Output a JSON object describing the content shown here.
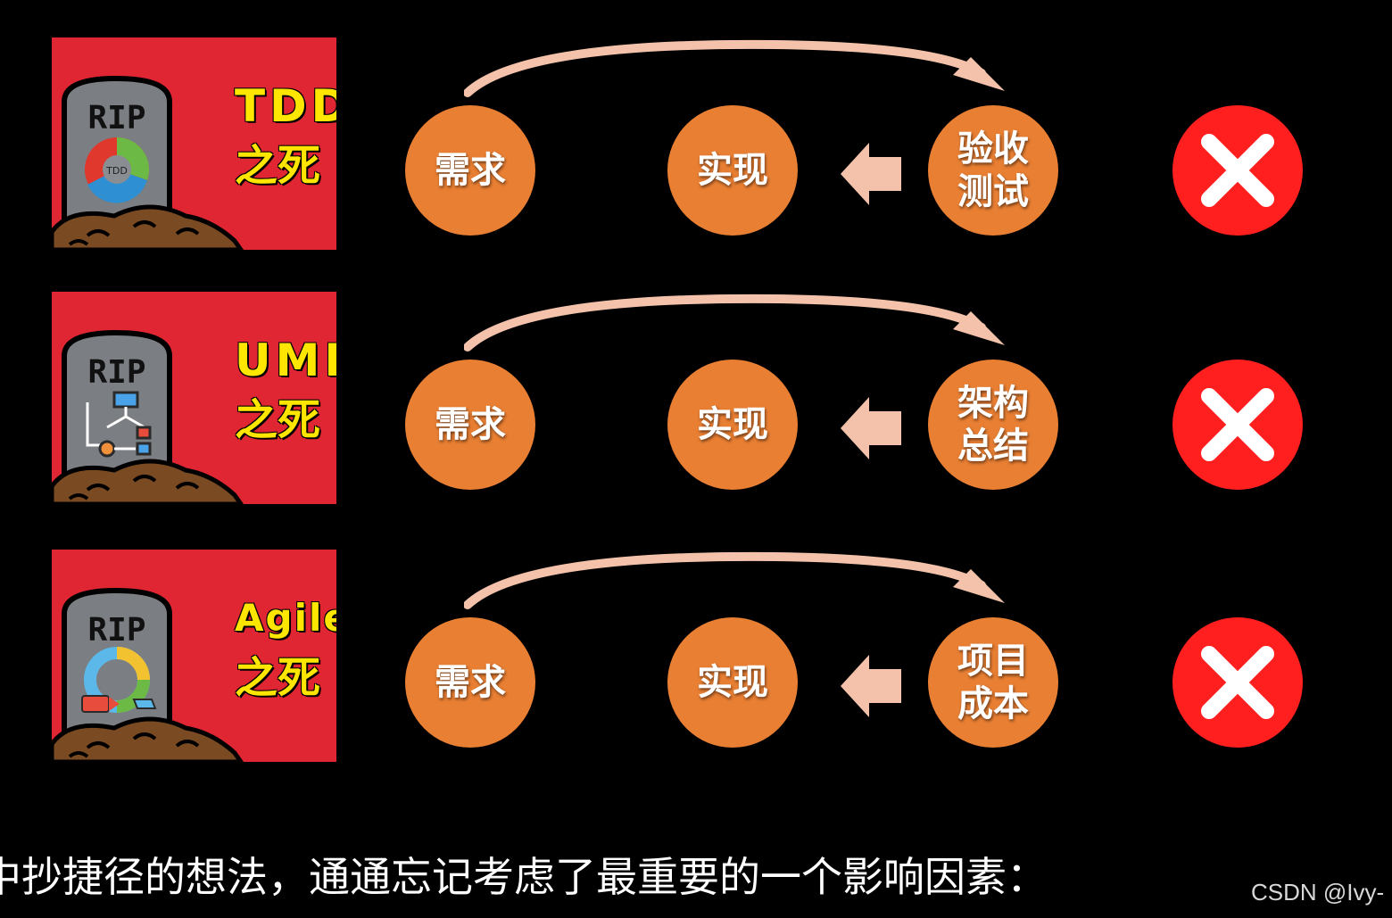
{
  "rows": [
    {
      "tool": "TDD",
      "death": "之死",
      "rip": "RIP",
      "icon": "tdd-cycle-icon",
      "icon_label": "TDD",
      "requirement": "需求",
      "implementation": "实现",
      "check": "验收\n测试"
    },
    {
      "tool": "UML",
      "death": "之死",
      "rip": "RIP",
      "icon": "uml-flowchart-icon",
      "requirement": "需求",
      "implementation": "实现",
      "check": "架构\n总结"
    },
    {
      "tool": "Agile",
      "death": "之死",
      "rip": "RIP",
      "icon": "agile-cycle-icon",
      "requirement": "需求",
      "implementation": "实现",
      "check": "项目\n成本"
    }
  ],
  "caption": "中抄捷径的想法，通通忘记考虑了最重要的一个影响因素：",
  "watermark": "CSDN @Ivy-",
  "colors": {
    "background": "#000000",
    "card": "#e02633",
    "title": "#ffe600",
    "circle": "#e97f33",
    "arrow": "#f4c2ab",
    "cross": "#ff1f1f"
  }
}
